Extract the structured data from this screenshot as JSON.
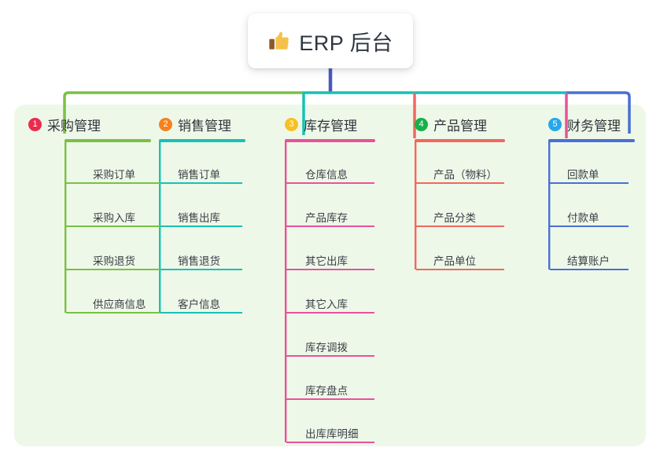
{
  "root": {
    "icon": "thumbs-up-icon",
    "emoji": "👍",
    "label": "ERP 后台"
  },
  "palette": {
    "panel_bg": "#eef8e9",
    "page_bg": "#ffffff",
    "trunk": "#4a58c4",
    "col1_line": "#7ac143",
    "col2_line": "#16c2b4",
    "col3_line": "#e8529a",
    "col4_line": "#f2675f",
    "col5_line": "#4a6fd4",
    "badge1": "#ec2a4f",
    "badge2": "#f58220",
    "badge3": "#f5c022",
    "badge4": "#18b04a",
    "badge5": "#25a8e8"
  },
  "columns": [
    {
      "index": "1",
      "badge_color": "#ec2a4f",
      "line_color": "#7ac143",
      "title": "采购管理",
      "items": [
        "采购订单",
        "采购入库",
        "采购退货",
        "供应商信息"
      ]
    },
    {
      "index": "2",
      "badge_color": "#f58220",
      "line_color": "#16c2b4",
      "title": "销售管理",
      "items": [
        "销售订单",
        "销售出库",
        "销售退货",
        "客户信息"
      ]
    },
    {
      "index": "3",
      "badge_color": "#f5c022",
      "line_color": "#e8529a",
      "title": "库存管理",
      "items": [
        "仓库信息",
        "产品库存",
        "其它出库",
        "其它入库",
        "库存调拨",
        "库存盘点",
        "出库库明细"
      ]
    },
    {
      "index": "4",
      "badge_color": "#18b04a",
      "line_color": "#f2675f",
      "title": "产品管理",
      "items": [
        "产品（物料）",
        "产品分类",
        "产品单位"
      ]
    },
    {
      "index": "5",
      "badge_color": "#25a8e8",
      "line_color": "#4a6fd4",
      "title": "财务管理",
      "items": [
        "回款单",
        "付款单",
        "结算账户"
      ]
    }
  ]
}
